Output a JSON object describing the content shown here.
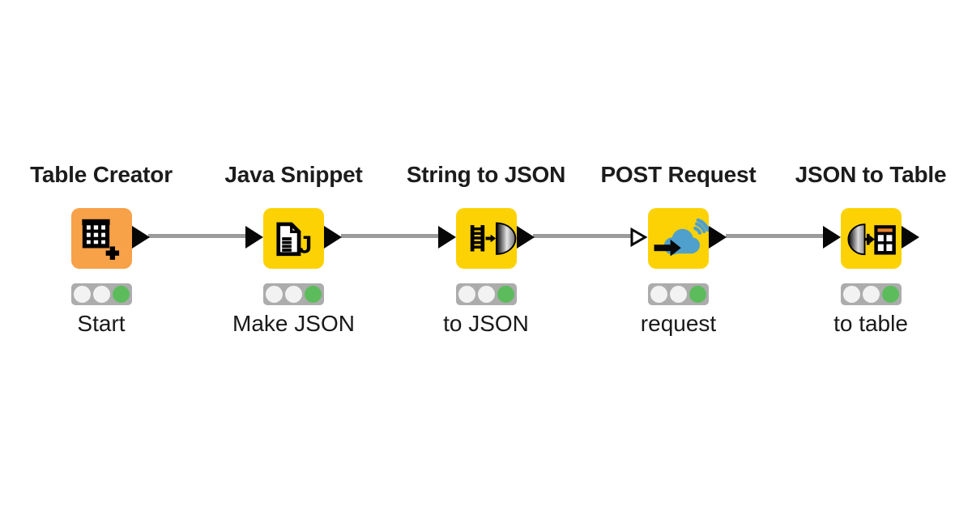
{
  "workflow": {
    "background": "#FFFFFF",
    "nodes": [
      {
        "title": "Table Creator",
        "label": "Start",
        "icon": "table-create-icon",
        "tile_color": "#F7A149",
        "input_port": "none",
        "output_port": "filled",
        "status_lights": [
          "off",
          "off",
          "green"
        ]
      },
      {
        "title": "Java Snippet",
        "label": "Make JSON",
        "icon": "java-document-icon",
        "tile_color": "#FCD205",
        "input_port": "filled",
        "output_port": "filled",
        "status_lights": [
          "off",
          "off",
          "green"
        ]
      },
      {
        "title": "String to JSON",
        "label": "to JSON",
        "icon": "string-to-json-icon",
        "tile_color": "#FCD205",
        "input_port": "filled",
        "output_port": "filled",
        "status_lights": [
          "off",
          "off",
          "green"
        ]
      },
      {
        "title": "POST Request",
        "label": "request",
        "icon": "post-request-icon",
        "tile_color": "#FCD205",
        "input_port": "hollow",
        "output_port": "filled",
        "status_lights": [
          "off",
          "off",
          "green"
        ]
      },
      {
        "title": "JSON to Table",
        "label": "to table",
        "icon": "json-to-table-icon",
        "tile_color": "#FCD205",
        "input_port": "filled",
        "output_port": "filled",
        "status_lights": [
          "off",
          "off",
          "green"
        ]
      }
    ],
    "connections": [
      {
        "from": "Table Creator",
        "to": "Java Snippet"
      },
      {
        "from": "Java Snippet",
        "to": "String to JSON"
      },
      {
        "from": "String to JSON",
        "to": "POST Request"
      },
      {
        "from": "POST Request",
        "to": "JSON to Table"
      }
    ],
    "colors": {
      "source_node": "#F7A149",
      "manipulator_node": "#FCD205",
      "connection_line": "#9B9B9B",
      "port": "#070707",
      "traffic_background": "#ACACAC",
      "light_off": "#F2F2F2",
      "light_green": "#5CBC5C",
      "cloud_blue": "#4FA0CC",
      "table_header_orange": "#E8832C",
      "text": "#1C1C1C"
    }
  }
}
